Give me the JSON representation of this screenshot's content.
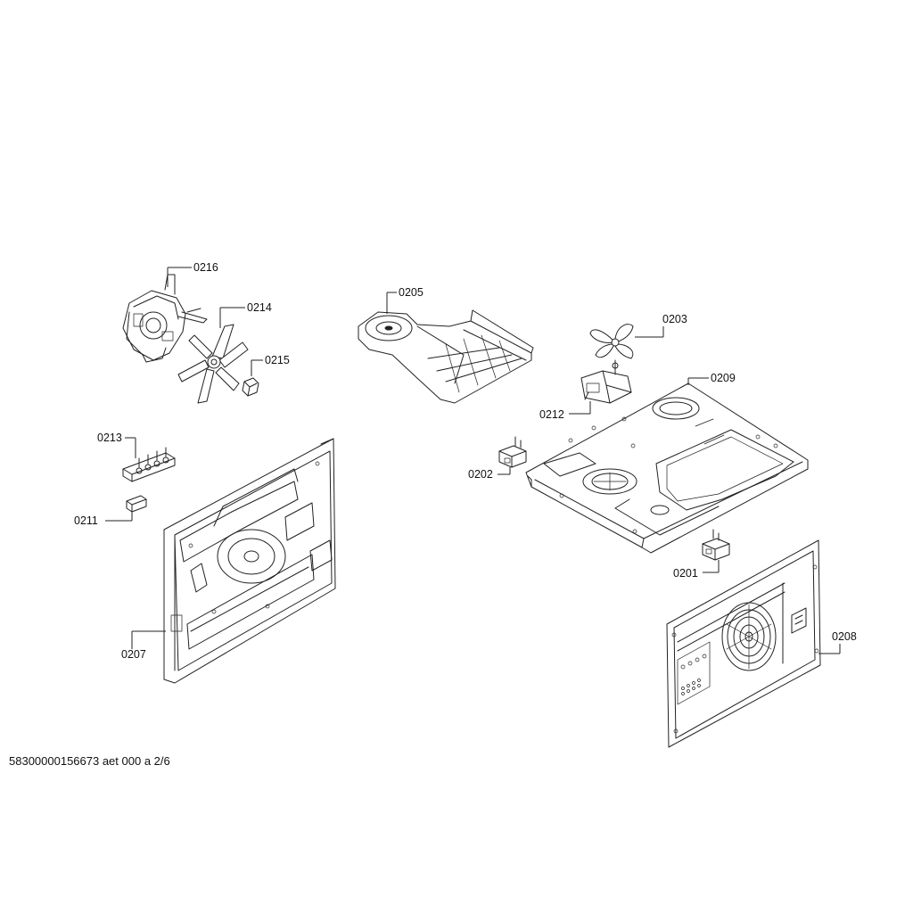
{
  "diagram": {
    "part_labels": [
      "0216",
      "0214",
      "0215",
      "0205",
      "0203",
      "0209",
      "0212",
      "0213",
      "0202",
      "0211",
      "0201",
      "0207",
      "0208"
    ],
    "footer_reference": "58300000156673 aet 000 a 2/6"
  },
  "colors": {
    "line": "#222222",
    "background": "#ffffff"
  }
}
